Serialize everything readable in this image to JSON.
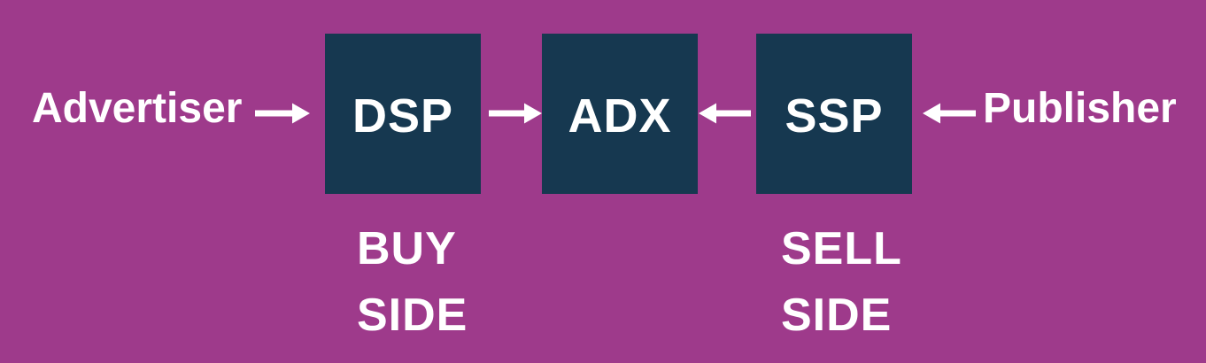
{
  "diagram": {
    "description": "Programmatic advertising ecosystem flow diagram",
    "entities": {
      "advertiser": "Advertiser",
      "publisher": "Publisher"
    },
    "boxes": [
      {
        "id": "dsp",
        "label": "DSP"
      },
      {
        "id": "adx",
        "label": "ADX"
      },
      {
        "id": "ssp",
        "label": "SSP"
      }
    ],
    "annotations": {
      "buy_side": {
        "line1": "BUY",
        "line2": "SIDE"
      },
      "sell_side": {
        "line1": "SELL",
        "line2": "SIDE"
      }
    },
    "arrows": [
      {
        "name": "advertiser-to-dsp",
        "direction": "right"
      },
      {
        "name": "dsp-to-adx",
        "direction": "right"
      },
      {
        "name": "ssp-to-adx",
        "direction": "left"
      },
      {
        "name": "publisher-to-ssp",
        "direction": "left"
      }
    ],
    "colors": {
      "background": "#9E3A8B",
      "box": "#163850",
      "text": "#FFFFFF"
    }
  }
}
